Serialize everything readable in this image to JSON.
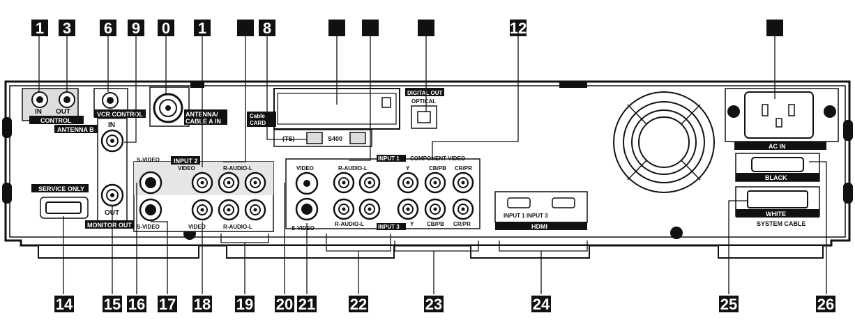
{
  "top_callouts": [
    "1",
    "3",
    "6",
    "9",
    "0",
    "1",
    "",
    "8",
    "",
    "",
    "",
    "12",
    ""
  ],
  "bottom_callouts": [
    "14",
    "15",
    "16",
    "17",
    "18",
    "19",
    "20",
    "21",
    "22",
    "23",
    "24",
    "25",
    "26"
  ],
  "labels": {
    "in": "IN",
    "out": "OUT",
    "control": "CONTROL",
    "vcr_control": "VCR CONTROL",
    "antenna_b": "ANTENNA B",
    "antenna_a_1": "ANTENNA/",
    "antenna_a_2": "CABLE A IN",
    "cable_card_1": "Cable",
    "cable_card_2": "CARD",
    "ts": "(TS)",
    "s400": "S400",
    "digital_out": "DIGITAL OUT",
    "optical": "OPTICAL",
    "input2": "INPUT 2",
    "svideo": "S-VIDEO",
    "video": "VIDEO",
    "raudio": "R-AUDIO-L",
    "input1": "INPUT 1",
    "component_video": "COMPONENT VIDEO",
    "y": "Y",
    "cb_pb": "CB/PB",
    "cr_pr": "CR/PR",
    "input3": "INPUT 3",
    "service_only": "SERVICE ONLY",
    "monitor_out": "MONITOR OUT",
    "hdmi_inputs": "INPUT 1 INPUT 3",
    "hdmi": "HDMI",
    "ac_in": "AC IN",
    "black": "BLACK",
    "white": "WHITE",
    "system_cable": "SYSTEM CABLE"
  }
}
